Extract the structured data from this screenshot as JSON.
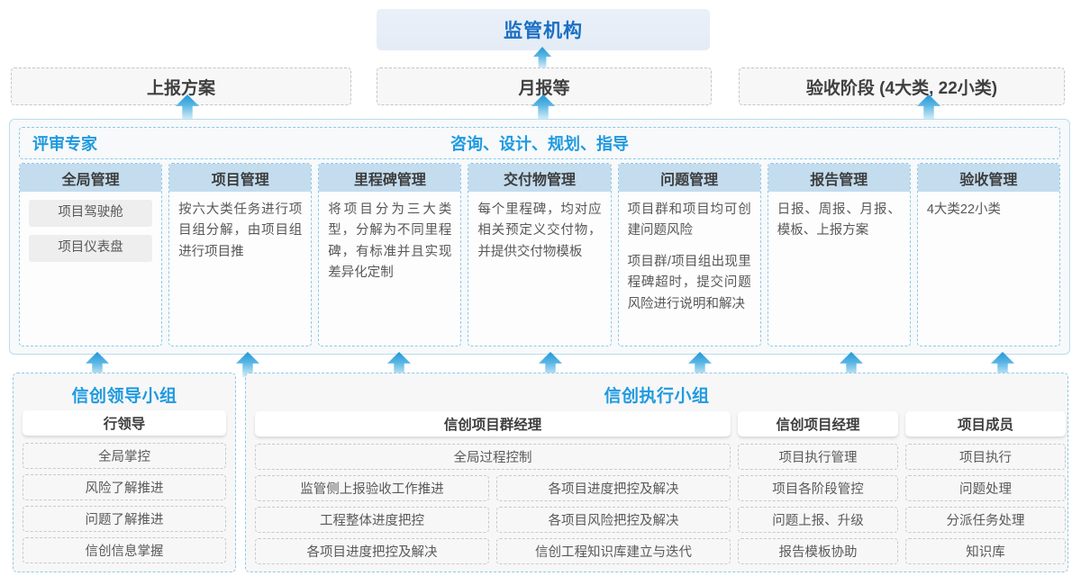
{
  "top": {
    "regulator": "监管机构",
    "channels": [
      {
        "label": "上报方案"
      },
      {
        "label": "月报等"
      },
      {
        "label": "验收阶段 (4大类, 22小类)"
      }
    ]
  },
  "mid": {
    "role_left": "评审专家",
    "role_center": "咨询、设计、规划、指导",
    "columns": [
      {
        "title": "全局管理",
        "pills": [
          "项目驾驶舱",
          "项目仪表盘"
        ],
        "paragraphs": []
      },
      {
        "title": "项目管理",
        "pills": [],
        "paragraphs": [
          "按六大类任务进行项目组分解，由项目组进行项目推"
        ]
      },
      {
        "title": "里程碑管理",
        "pills": [],
        "paragraphs": [
          "将项目分为三大类型，分解为不同里程碑，有标准并且实现差异化定制"
        ]
      },
      {
        "title": "交付物管理",
        "pills": [],
        "paragraphs": [
          "每个里程碑，均对应相关预定义交付物，并提供交付物模板"
        ]
      },
      {
        "title": "问题管理",
        "pills": [],
        "paragraphs": [
          "项目群和项目均可创建问题风险",
          "项目群/项目组出现里程碑超时，提交问题风险进行说明和解决"
        ]
      },
      {
        "title": "报告管理",
        "pills": [],
        "paragraphs": [
          "日报、周报、月报、模板、上报方案"
        ]
      },
      {
        "title": "验收管理",
        "pills": [],
        "paragraphs": [
          "4大类22小类"
        ]
      }
    ]
  },
  "bottom": {
    "leader_group": {
      "title": "信创领导小组",
      "head": "行领导",
      "items": [
        "全局掌控",
        "风险了解推进",
        "问题了解推进",
        "信创信息掌握"
      ]
    },
    "exec_group": {
      "title": "信创执行小组",
      "program_manager": {
        "head": "信创项目群经理",
        "full_width_item": "全局过程控制",
        "left_items": [
          "监管侧上报验收工作推进",
          "工程整体进度把控",
          "各项目进度把控及解决"
        ],
        "right_items": [
          "各项目进度把控及解决",
          "各项目风险把控及解决",
          "信创工程知识库建立与迭代"
        ]
      },
      "project_manager": {
        "head": "信创项目经理",
        "items": [
          "项目执行管理",
          "项目各阶段管控",
          "问题上报、升级",
          "报告模板协助"
        ]
      },
      "member": {
        "head": "项目成员",
        "items": [
          "项目执行",
          "问题处理",
          "分派任务处理",
          "知识库"
        ]
      }
    }
  },
  "colors": {
    "accent_blue": "#1f9ae0",
    "title_blue": "#1a6fc4",
    "col_head_bg": "#c3dcee",
    "panel_bg": "#f7f9fa",
    "dash_border": "#8fc9e8"
  }
}
